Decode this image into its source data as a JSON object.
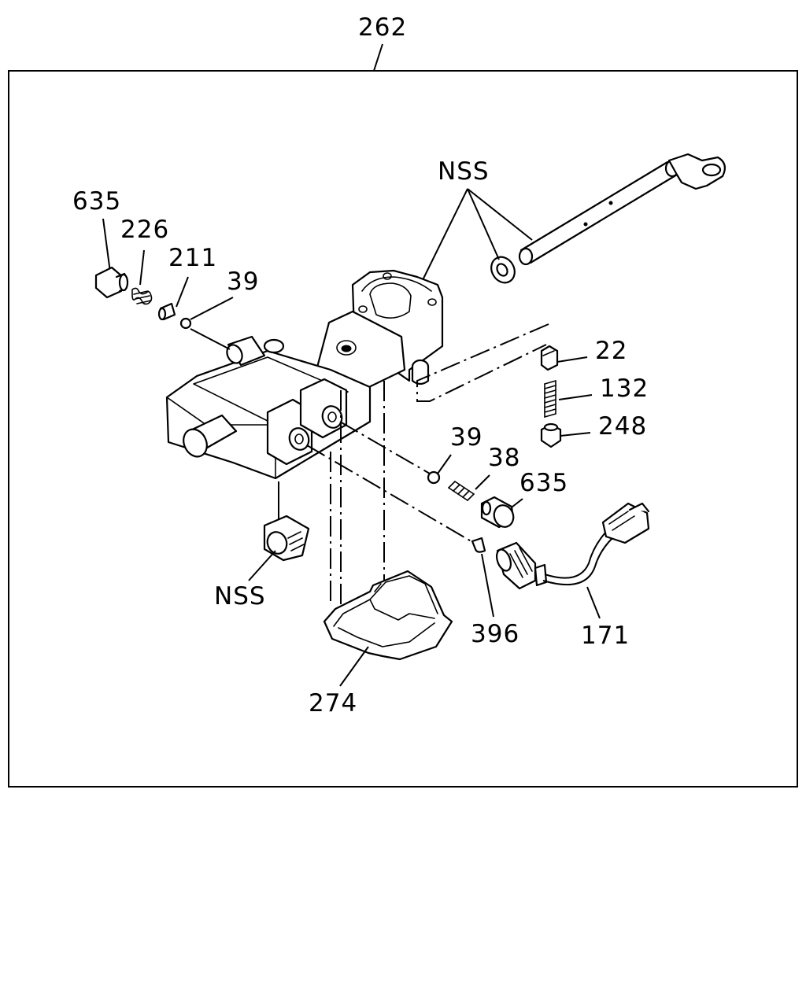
{
  "diagram": {
    "assembly_number": "262",
    "callouts": {
      "nss_top": "NSS",
      "c635_left": "635",
      "c226": "226",
      "c211": "211",
      "c39_left": "39",
      "c22": "22",
      "c132": "132",
      "c248": "248",
      "c39_mid": "39",
      "c38": "38",
      "c635_mid": "635",
      "nss_bottom": "NSS",
      "c396": "396",
      "c171": "171",
      "c274": "274"
    }
  }
}
